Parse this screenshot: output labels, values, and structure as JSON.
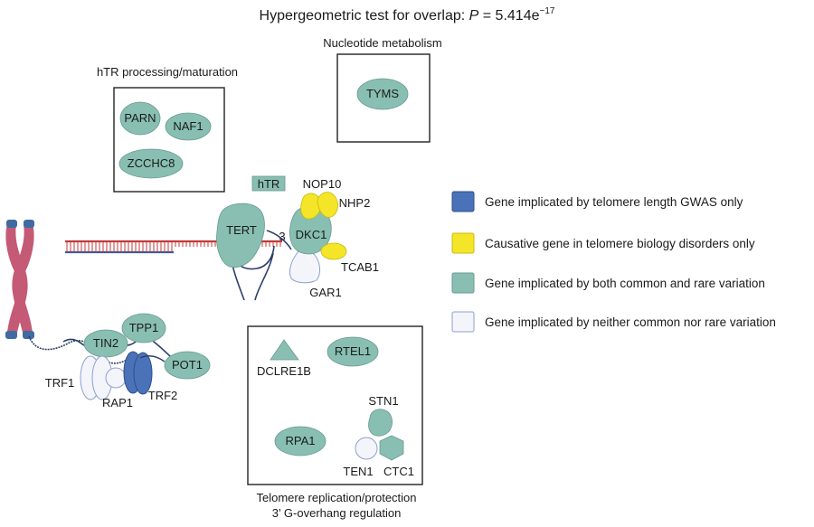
{
  "title": {
    "prefix": "Hypergeometric test for overlap: ",
    "p_symbol": "P",
    "value": " = 5.414e",
    "exponent": "−17"
  },
  "colors": {
    "gwas_only": "#4a72b8",
    "tbd_only": "#f4e528",
    "both": "#88bfb2",
    "neither": "#f3f5fb",
    "chromosome": "#c45a75",
    "chromosome_tip": "#3f6ba3",
    "strand_red": "#c23a3a",
    "strand_blue": "#3a5a9a"
  },
  "boxes": {
    "hTR_processing": {
      "label": "hTR processing/maturation",
      "genes": [
        "PARN",
        "NAF1",
        "ZCCHC8"
      ]
    },
    "nucleotide": {
      "label": "Nucleotide metabolism",
      "genes": [
        "TYMS"
      ]
    },
    "telomere_replication": {
      "label_line1": "Telomere replication/protection",
      "label_line2": "3’ G-overhang regulation",
      "genes": [
        "DCLRE1B",
        "RTEL1",
        "RPA1",
        "STN1",
        "TEN1",
        "CTC1"
      ]
    }
  },
  "telomerase": {
    "hTR": "hTR",
    "TERT": "TERT",
    "DKC1": "DKC1",
    "NOP10": "NOP10",
    "NHP2": "NHP2",
    "TCAB1": "TCAB1",
    "GAR1": "GAR1",
    "three_prime": "3"
  },
  "shelterin": {
    "TPP1": "TPP1",
    "TIN2": "TIN2",
    "POT1": "POT1",
    "TRF1": "TRF1",
    "RAP1": "RAP1",
    "TRF2": "TRF2"
  },
  "legend": [
    {
      "key": "gwas_only",
      "label": "Gene implicated by telomere length GWAS only"
    },
    {
      "key": "tbd_only",
      "label": "Causative gene in telomere biology disorders only"
    },
    {
      "key": "both",
      "label": "Gene implicated by both common and rare variation"
    },
    {
      "key": "neither",
      "label": "Gene implicated by neither common nor rare variation"
    }
  ]
}
